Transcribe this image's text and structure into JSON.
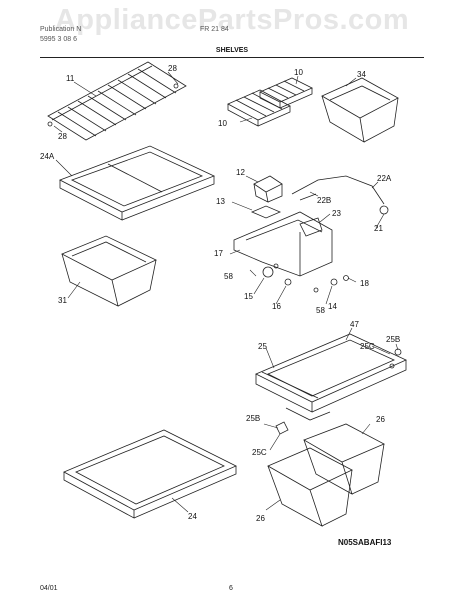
{
  "watermark": "AppliancePartsPros.com",
  "header": {
    "line1_left": "Publication N",
    "line1_right": "FR 21 84",
    "line2_left": "5995 3 08 6"
  },
  "section_title": "SHELVES",
  "callouts": {
    "c11": "11",
    "c28a": "28",
    "c28b": "28",
    "c10a": "10",
    "c10b": "10",
    "c34": "34",
    "c24a": "24A",
    "c31": "31",
    "c12": "12",
    "c13": "13",
    "c22a": "22A",
    "c22b": "22B",
    "c23": "23",
    "c21": "21",
    "c17": "17",
    "c58a": "58",
    "c58b": "58",
    "c15": "15",
    "c16": "16",
    "c14": "14",
    "c18": "18",
    "c47": "47",
    "c25": "25",
    "c25c_a": "25C",
    "c25b_a": "25B",
    "c25b_b": "25B",
    "c25c_b": "25C",
    "c26a": "26",
    "c26b": "26",
    "c24": "24"
  },
  "diagram_code": "N05SABAFI13",
  "footer": {
    "date": "04/01",
    "page": "6"
  }
}
